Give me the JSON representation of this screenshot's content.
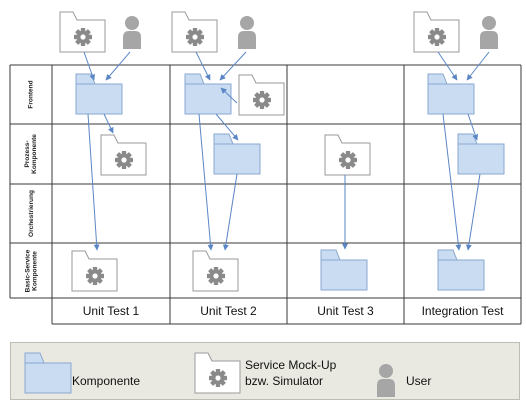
{
  "rows": [
    {
      "id": "frontend",
      "label": "Frontend"
    },
    {
      "id": "prozess",
      "label": "Prozess-\nKomponente"
    },
    {
      "id": "orchestrierung",
      "label": "Orchestrierung"
    },
    {
      "id": "basic",
      "label": "Basic-Service\nKomponente"
    }
  ],
  "columns": [
    {
      "id": "unit-test-1",
      "label": "Unit Test 1"
    },
    {
      "id": "unit-test-2",
      "label": "Unit Test 2"
    },
    {
      "id": "unit-test-3",
      "label": "Unit Test 3"
    },
    {
      "id": "integration-test",
      "label": "Integration Test"
    }
  ],
  "legend": {
    "komponente": "Komponente",
    "mockup_line1": "Service Mock-Up",
    "mockup_line2": "bzw. Simulator",
    "user": "User"
  },
  "colors": {
    "component_fill": "#c9dcf2",
    "component_stroke": "#8aa9d0",
    "mockup_fill": "#ffffff",
    "mockup_stroke": "#9a9a9a",
    "user_fill": "#a6a6a6",
    "arrow": "#5a86c6",
    "grid": "#3a3a3a",
    "legend_bg": "#e9e9e1"
  }
}
